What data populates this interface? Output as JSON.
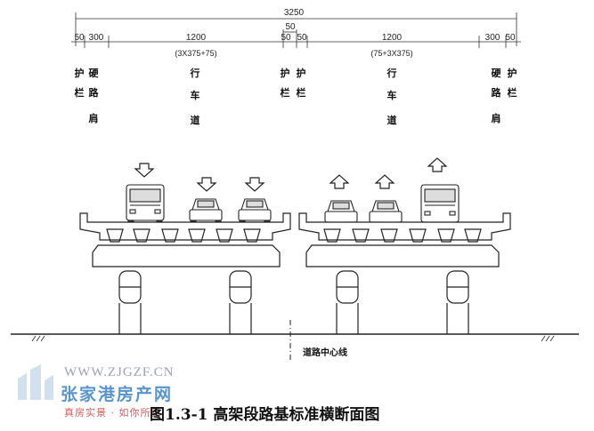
{
  "dimensions": {
    "total": "3250",
    "median": "50",
    "left": {
      "guard": "50",
      "shoulder": "300",
      "lanes": "1200",
      "lanes_detail": "(3X375+75)",
      "median_half": "50"
    },
    "right": {
      "median_half": "50",
      "lanes": "1200",
      "lanes_detail": "(75+3X375)",
      "shoulder": "300",
      "guard": "50"
    }
  },
  "labels": {
    "guardrail": [
      "护",
      "栏"
    ],
    "hard_shoulder": [
      "硬",
      "路",
      "肩"
    ],
    "traffic_lane": [
      "行",
      "车",
      "道"
    ],
    "median_guard_a": [
      "护",
      "栏"
    ],
    "median_guard_b": [
      "护",
      "栏"
    ],
    "right_traffic_lane": [
      "行",
      "车",
      "道"
    ],
    "right_hard_shoulder": [
      "硬",
      "路",
      "肩"
    ],
    "right_guardrail": [
      "护",
      "栏"
    ],
    "centerline": "道路中心线"
  },
  "caption": "图1.3-1 高架段路基标准横断面图",
  "watermark": {
    "url": "WWW.ZJGZF.CN",
    "name": "张家港房产网",
    "slogan": "真房实景 · 如你所见"
  }
}
